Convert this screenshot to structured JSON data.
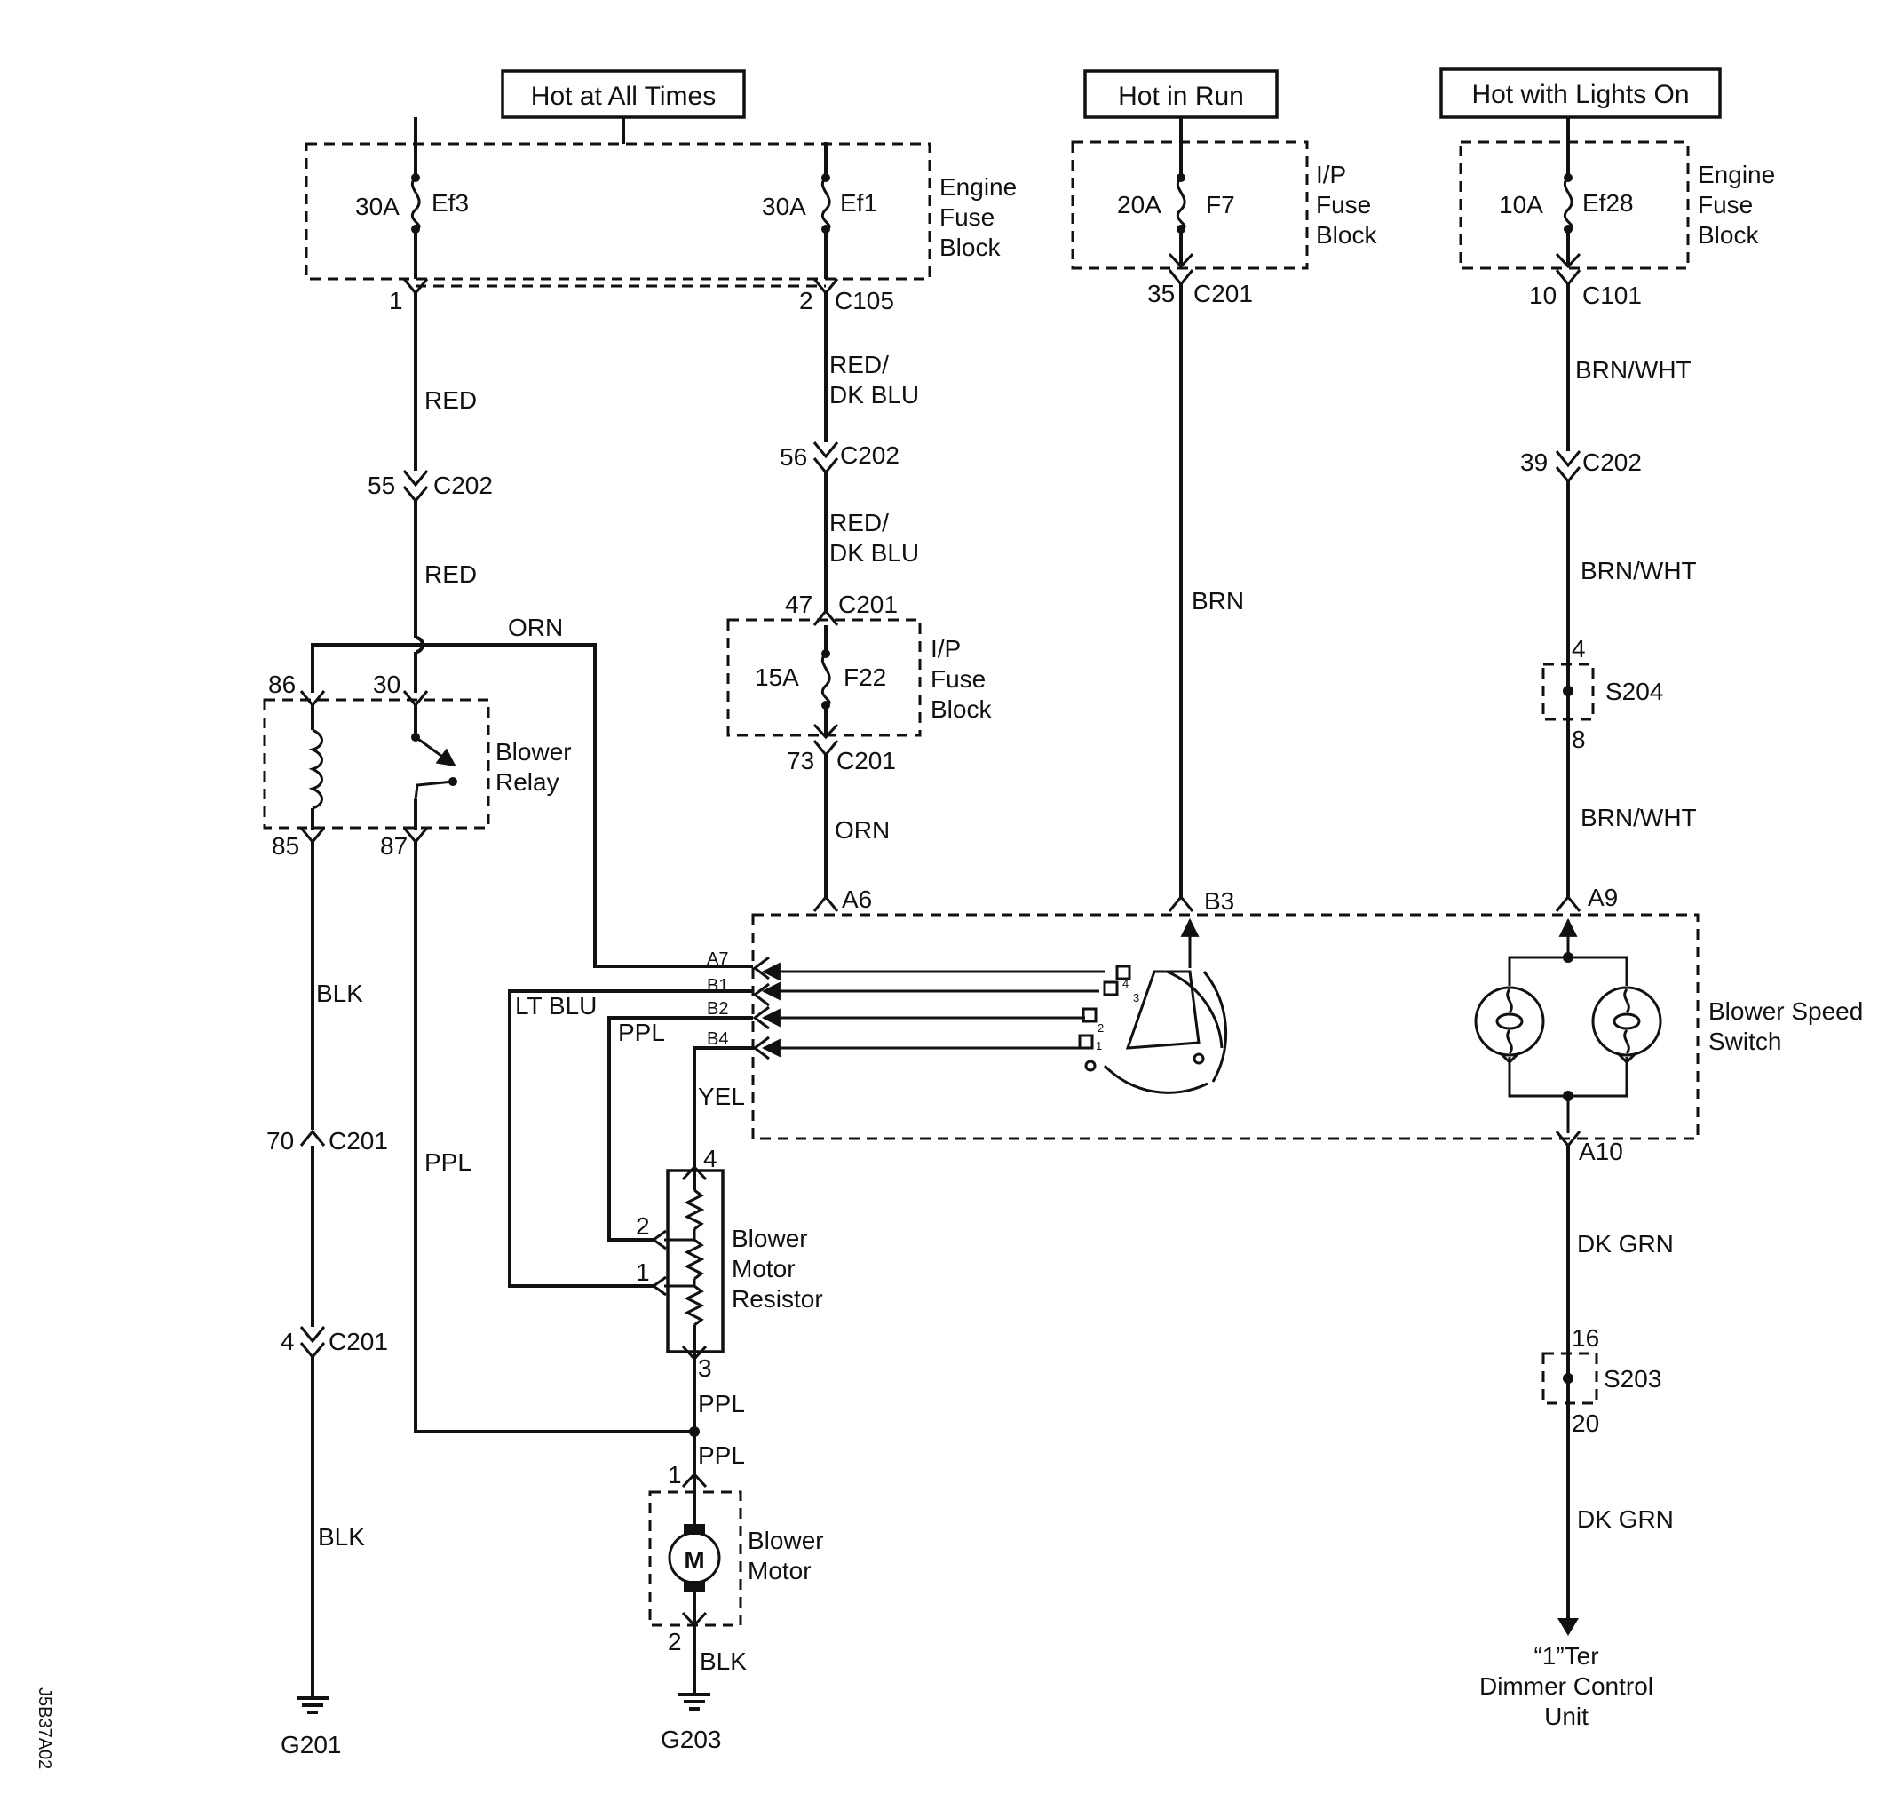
{
  "power_sources": {
    "hot_at_all_times": "Hot at All Times",
    "hot_in_run": "Hot in Run",
    "hot_with_lights_on": "Hot with Lights On"
  },
  "fuse_blocks": {
    "engine_fuse_block_left": "Engine Fuse Block",
    "ip_fuse_block_f7": "I/P Fuse Block",
    "engine_fuse_block_right": "Engine Fuse Block",
    "ip_fuse_block_f22": "I/P Fuse Block"
  },
  "fuses": {
    "ef3": {
      "rating": "30A",
      "name": "Ef3"
    },
    "ef1": {
      "rating": "30A",
      "name": "Ef1"
    },
    "f7": {
      "rating": "20A",
      "name": "F7"
    },
    "ef28": {
      "rating": "10A",
      "name": "Ef28"
    },
    "f22": {
      "rating": "15A",
      "name": "F22"
    }
  },
  "connectors": {
    "c105_pin1": "1",
    "c105_pin2": "2",
    "c105": "C105",
    "c201_pin35": "35",
    "c201_35": "C201",
    "c101_pin10": "10",
    "c101": "C101",
    "c202_pin55": "55",
    "c202_55": "C202",
    "c202_pin56": "56",
    "c202_56": "C202",
    "c202_pin39": "39",
    "c202_39": "C202",
    "c201_pin47": "47",
    "c201_47": "C201",
    "c201_pin73": "73",
    "c201_73": "C201",
    "c201_pin70": "70",
    "c201_70": "C201",
    "c201_pin4": "4",
    "c201_4": "C201"
  },
  "wires": {
    "red_1": "RED",
    "red_2": "RED",
    "red_dkblu_1": "RED/\nDK BLU",
    "red_dkblu_2": "RED/\nDK BLU",
    "brn": "BRN",
    "brn_wht_1": "BRN/WHT",
    "brn_wht_2": "BRN/WHT",
    "brn_wht_3": "BRN/WHT",
    "orn_top": "ORN",
    "orn_f22": "ORN",
    "blk_1": "BLK",
    "blk_2": "BLK",
    "ppl_relay": "PPL",
    "lt_blu": "LT BLU",
    "ppl_b2": "PPL",
    "yel": "YEL",
    "ppl_3": "PPL",
    "ppl_motor": "PPL",
    "blk_motor": "BLK",
    "dk_grn_1": "DK GRN",
    "dk_grn_2": "DK GRN"
  },
  "relay": {
    "label": "Blower Relay",
    "pin86": "86",
    "pin30": "30",
    "pin85": "85",
    "pin87": "87"
  },
  "switch": {
    "label": "Blower Speed Switch",
    "a6": "A6",
    "b3": "B3",
    "a9": "A9",
    "a7": "A7",
    "b1": "B1",
    "b2": "B2",
    "b4": "B4",
    "a10": "A10",
    "pos1": "1",
    "pos2": "2",
    "pos3": "3",
    "pos4": "4"
  },
  "resistor": {
    "label": "Blower Motor Resistor",
    "pin4": "4",
    "pin2": "2",
    "pin1": "1",
    "pin3": "3"
  },
  "motor": {
    "label": "Blower Motor",
    "symbol": "M",
    "pin1": "1",
    "pin2": "2"
  },
  "splices": {
    "s204": "S204",
    "s204_pin4": "4",
    "s204_pin8": "8",
    "s203": "S203",
    "s203_pin16": "16",
    "s203_pin20": "20"
  },
  "grounds": {
    "g201": "G201",
    "g203": "G203"
  },
  "destination": {
    "line1": "“1”Ter",
    "line2": "Dimmer Control",
    "line3": "Unit"
  },
  "figure_id": "J5B37A02"
}
